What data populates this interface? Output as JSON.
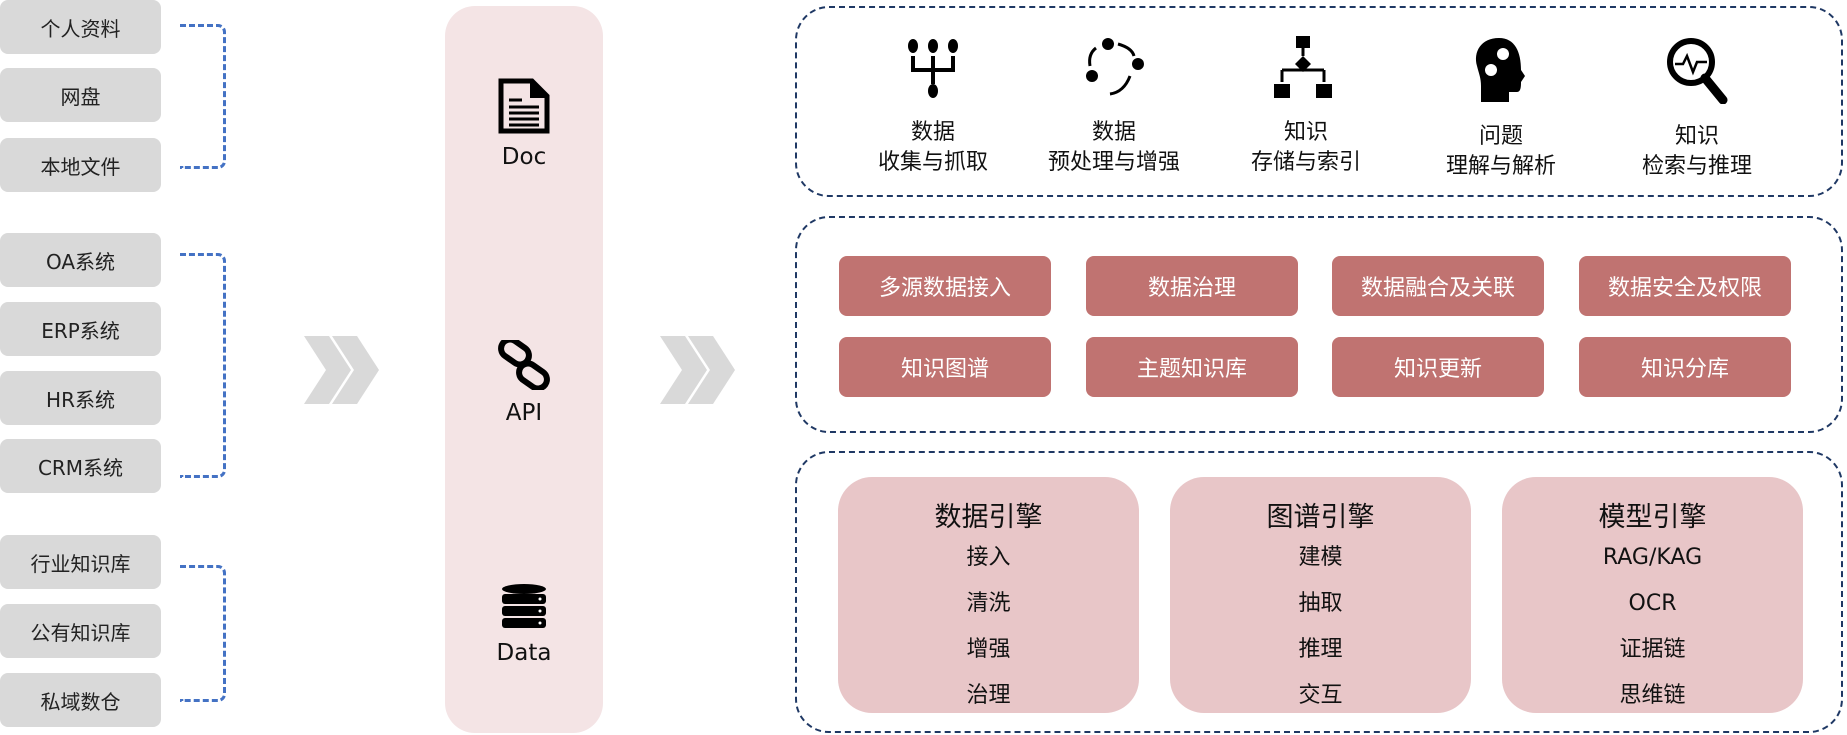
{
  "sources": {
    "group1": [
      "个人资料",
      "网盘",
      "本地文件"
    ],
    "group2": [
      "OA系统",
      "ERP系统",
      "HR系统",
      "CRM系统"
    ],
    "group3": [
      "行业知识库",
      "公有知识库",
      "私域数仓"
    ]
  },
  "access": [
    {
      "label": "Doc",
      "icon": "document-icon"
    },
    {
      "label": "API",
      "icon": "link-icon"
    },
    {
      "label": "Data",
      "icon": "database-icon"
    }
  ],
  "capabilities": [
    {
      "line1": "数据",
      "line2": "收集与抓取",
      "icon": "data-collection-icon"
    },
    {
      "line1": "数据",
      "line2": "预处理与增强",
      "icon": "cycle-icon"
    },
    {
      "line1": "知识",
      "line2": "存储与索引",
      "icon": "flowchart-icon"
    },
    {
      "line1": "问题",
      "line2": "理解与解析",
      "icon": "head-gears-icon"
    },
    {
      "line1": "知识",
      "line2": "检索与推理",
      "icon": "magnifier-pulse-icon"
    }
  ],
  "functions": [
    "多源数据接入",
    "数据治理",
    "数据融合及关联",
    "数据安全及权限",
    "知识图谱",
    "主题知识库",
    "知识更新",
    "知识分库"
  ],
  "engines": [
    {
      "title": "数据引擎",
      "items": [
        "接入",
        "清洗",
        "增强",
        "治理"
      ]
    },
    {
      "title": "图谱引擎",
      "items": [
        "建模",
        "抽取",
        "推理",
        "交互"
      ]
    },
    {
      "title": "模型引擎",
      "items": [
        "RAG/KAG",
        "OCR",
        "证据链",
        "思维链"
      ]
    }
  ],
  "colors": {
    "source_bg": "#d9d9d9",
    "bracket": "#4472c4",
    "column_bg": "#f4e4e5",
    "button": "#c07371",
    "card": "#e8c6c8",
    "panel_border": "#1f3864"
  }
}
